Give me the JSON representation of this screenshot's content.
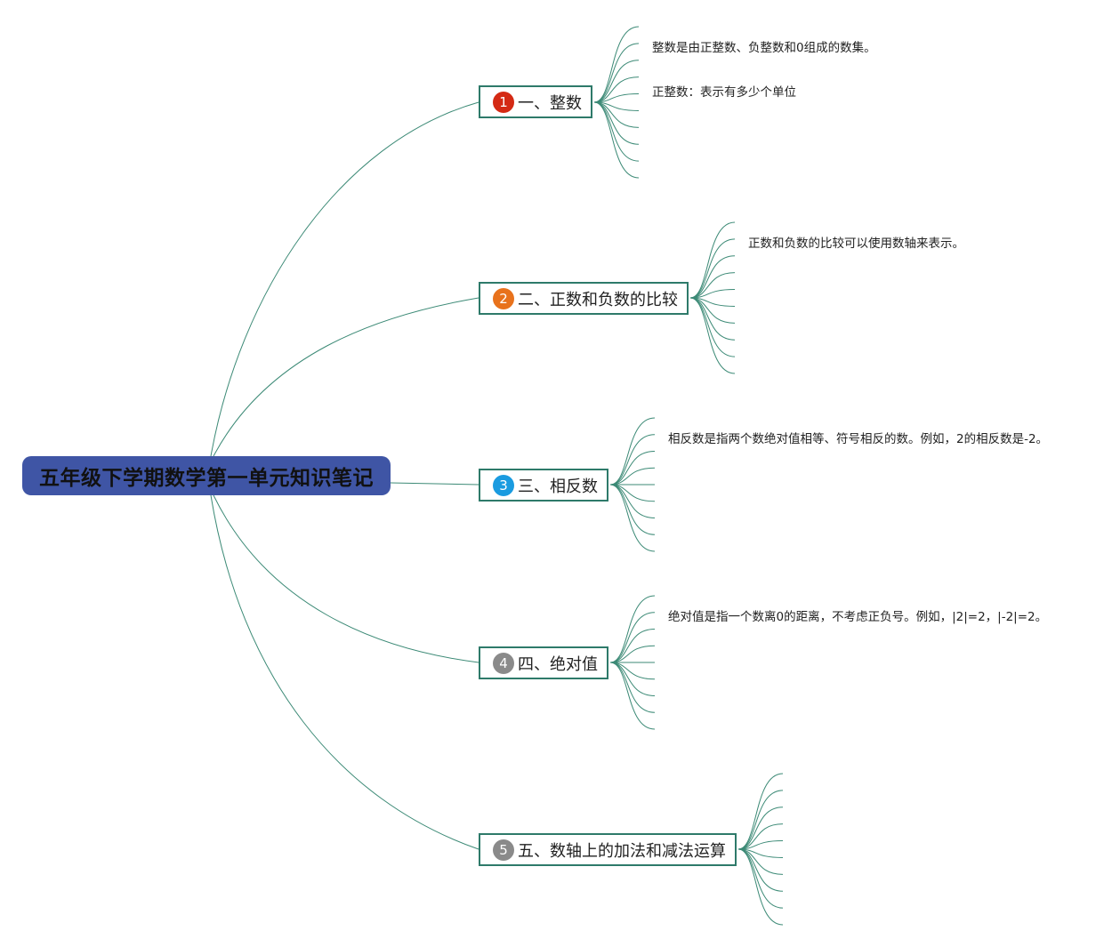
{
  "root": {
    "title": "五年级下学期数学第一单元知识笔记",
    "fill": "#3f55a5"
  },
  "line_color": "#3c8a76",
  "topics": [
    {
      "number": "1",
      "label": "一、整数",
      "badge_color": "#d42a14",
      "notes": [
        "整数是由正整数、负整数和0组成的数集。",
        "正整数：表示有多少个单位"
      ]
    },
    {
      "number": "2",
      "label": "二、正数和负数的比较",
      "badge_color": "#e8721c",
      "notes": [
        "正数和负数的比较可以使用数轴来表示。"
      ]
    },
    {
      "number": "3",
      "label": "三、相反数",
      "badge_color": "#1a9be0",
      "notes": [
        "相反数是指两个数绝对值相等、符号相反的数。例如，2的相反数是-2。"
      ]
    },
    {
      "number": "4",
      "label": "四、绝对值",
      "badge_color": "#8a8a8a",
      "notes": [
        "绝对值是指一个数离0的距离，不考虑正负号。例如，|2|=2，|-2|=2。"
      ]
    },
    {
      "number": "5",
      "label": "五、数轴上的加法和减法运算",
      "badge_color": "#8a8a8a",
      "notes": []
    }
  ]
}
